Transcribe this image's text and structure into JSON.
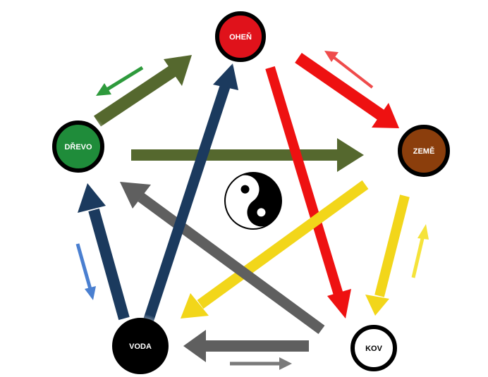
{
  "elements": [
    {
      "id": "ohen",
      "label": "OHEŇ",
      "fill": "#e0121b",
      "text_color": "#ffffff"
    },
    {
      "id": "zeme",
      "label": "ZEMĚ",
      "fill": "#8b3e0c",
      "text_color": "#ffffff"
    },
    {
      "id": "kov",
      "label": "KOV",
      "fill": "#ffffff",
      "text_color": "#000000"
    },
    {
      "id": "voda",
      "label": "VODA",
      "fill": "#000000",
      "text_color": "#ffffff"
    },
    {
      "id": "drevo",
      "label": "DŘEVO",
      "fill": "#1f8c3a",
      "text_color": "#ffffff"
    }
  ],
  "colors": {
    "wood_arrow": "#55682e",
    "fire_arrow": "#ee1111",
    "earth_arrow": "#f2d61a",
    "metal_arrow": "#5f5f5f",
    "water_arrow": "#1b3a5e",
    "thin_green": "#2e9a3c",
    "thin_red": "#ef4b4b",
    "thin_yellow": "#f5e33a",
    "thin_gray": "#7a7a7a",
    "thin_blue": "#4a7fd0"
  },
  "center_symbol": "yin-yang-icon"
}
